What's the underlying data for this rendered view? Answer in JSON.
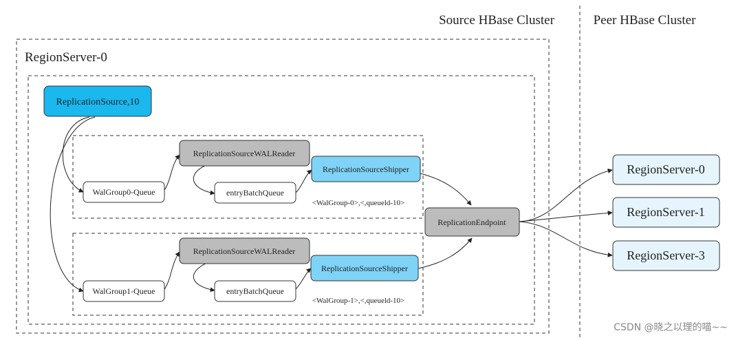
{
  "clusters": {
    "source": "Source HBase Cluster",
    "peer": "Peer HBase Cluster"
  },
  "region_server": "RegionServer-0",
  "replication_source": "ReplicationSource,10",
  "group0": {
    "queue": "WalGroup0-Queue",
    "reader": "ReplicationSourceWALReader",
    "batch_queue": "entryBatchQueue",
    "shipper": "ReplicationSourceShipper",
    "caption": "<WalGroup-0>,<,queueld-10>"
  },
  "group1": {
    "queue": "WalGroup1-Queue",
    "reader": "ReplicationSourceWALReader",
    "batch_queue": "entryBatchQueue",
    "shipper": "ReplicationSourceShipper",
    "caption": "<WalGroup-1>,<,queueld-10>"
  },
  "endpoint": "ReplicationEndpoint",
  "peers": [
    "RegionServer-0",
    "RegionServer-1",
    "RegionServer-3"
  ],
  "watermark": "CSDN @晓之以理的喵~~",
  "colors": {
    "blue_node": "#1ab8ef",
    "light_blue_node": "#7fd3f7",
    "gray_node": "#bcbcbc",
    "peer_node": "#e6f5fd",
    "stroke": "#333333"
  }
}
